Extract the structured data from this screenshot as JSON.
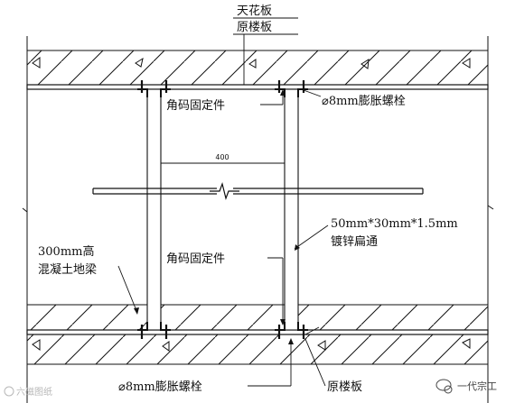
{
  "labels": {
    "ceiling": "天花板",
    "original_slab_top": "原楼板",
    "angle_bracket_top": "角码固定件",
    "bolt_top": "⌀8mm膨胀螺栓",
    "dimension": "400",
    "channel_spec_line1": "50mm*30mm*1.5mm",
    "channel_spec_line2": "镀锌扁通",
    "beam_line1": "300mm高",
    "beam_line2": "混凝土地梁",
    "angle_bracket_bottom": "角码固定件",
    "bolt_bottom": "⌀8mm膨胀螺栓",
    "original_slab_bottom": "原楼板"
  },
  "watermark": {
    "left": "六磁图纸",
    "right": "一代宗工"
  },
  "colors": {
    "line": "#111111",
    "background": "#ffffff",
    "watermark": "#b8b8b8"
  }
}
